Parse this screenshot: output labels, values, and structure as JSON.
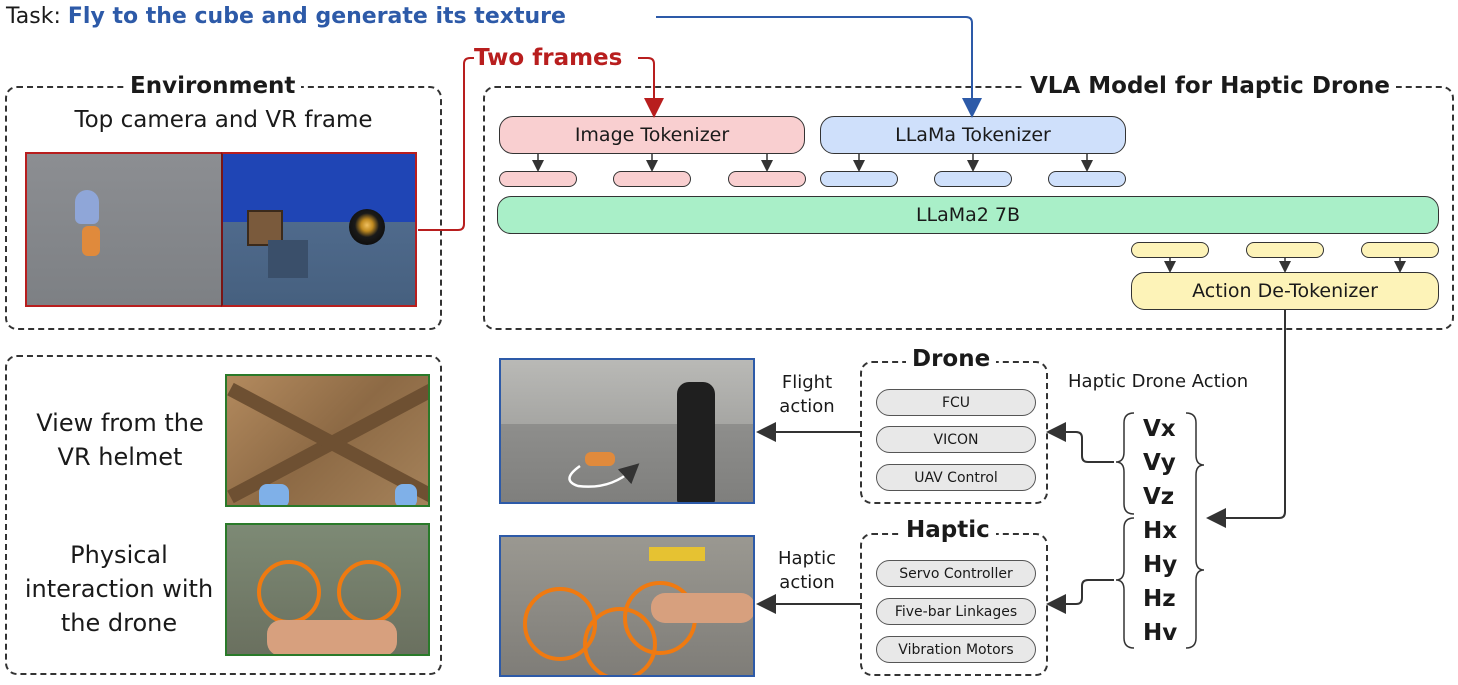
{
  "task": {
    "prefix": "Task: ",
    "text": "Fly to the cube and generate its texture",
    "color": "#2d5aa8"
  },
  "two_frames": {
    "text": "Two frames",
    "color": "#b81e1e"
  },
  "environment": {
    "title": "Environment",
    "subtitle": "Top camera and VR frame"
  },
  "vla": {
    "title": "VLA Model for Haptic Drone",
    "image_tokenizer": "Image Tokenizer",
    "llama_tokenizer": "LLaMa Tokenizer",
    "llm": "LLaMa2 7B",
    "detokenizer": "Action De-Tokenizer",
    "colors": {
      "image": "#f9cfd0",
      "text": "#cfe0fb",
      "llm": "#a9efc8",
      "action": "#fdf3b8"
    }
  },
  "views": {
    "vr_helmet": "View from the VR helmet",
    "physical": "Physical interaction with the drone"
  },
  "drone": {
    "title": "Drone",
    "items": [
      "FCU",
      "VICON",
      "UAV Control"
    ],
    "action_label": "Flight action"
  },
  "haptic": {
    "title": "Haptic",
    "items": [
      "Servo Controller",
      "Five-bar Linkages",
      "Vibration Motors"
    ],
    "action_label": "Haptic action"
  },
  "action_header": "Haptic Drone Action",
  "action_vars": [
    "Vx",
    "Vy",
    "Vz",
    "Hx",
    "Hy",
    "Hz",
    "Hv"
  ],
  "icons": {
    "arrow": "arrow-icon",
    "brace": "brace-icon"
  }
}
